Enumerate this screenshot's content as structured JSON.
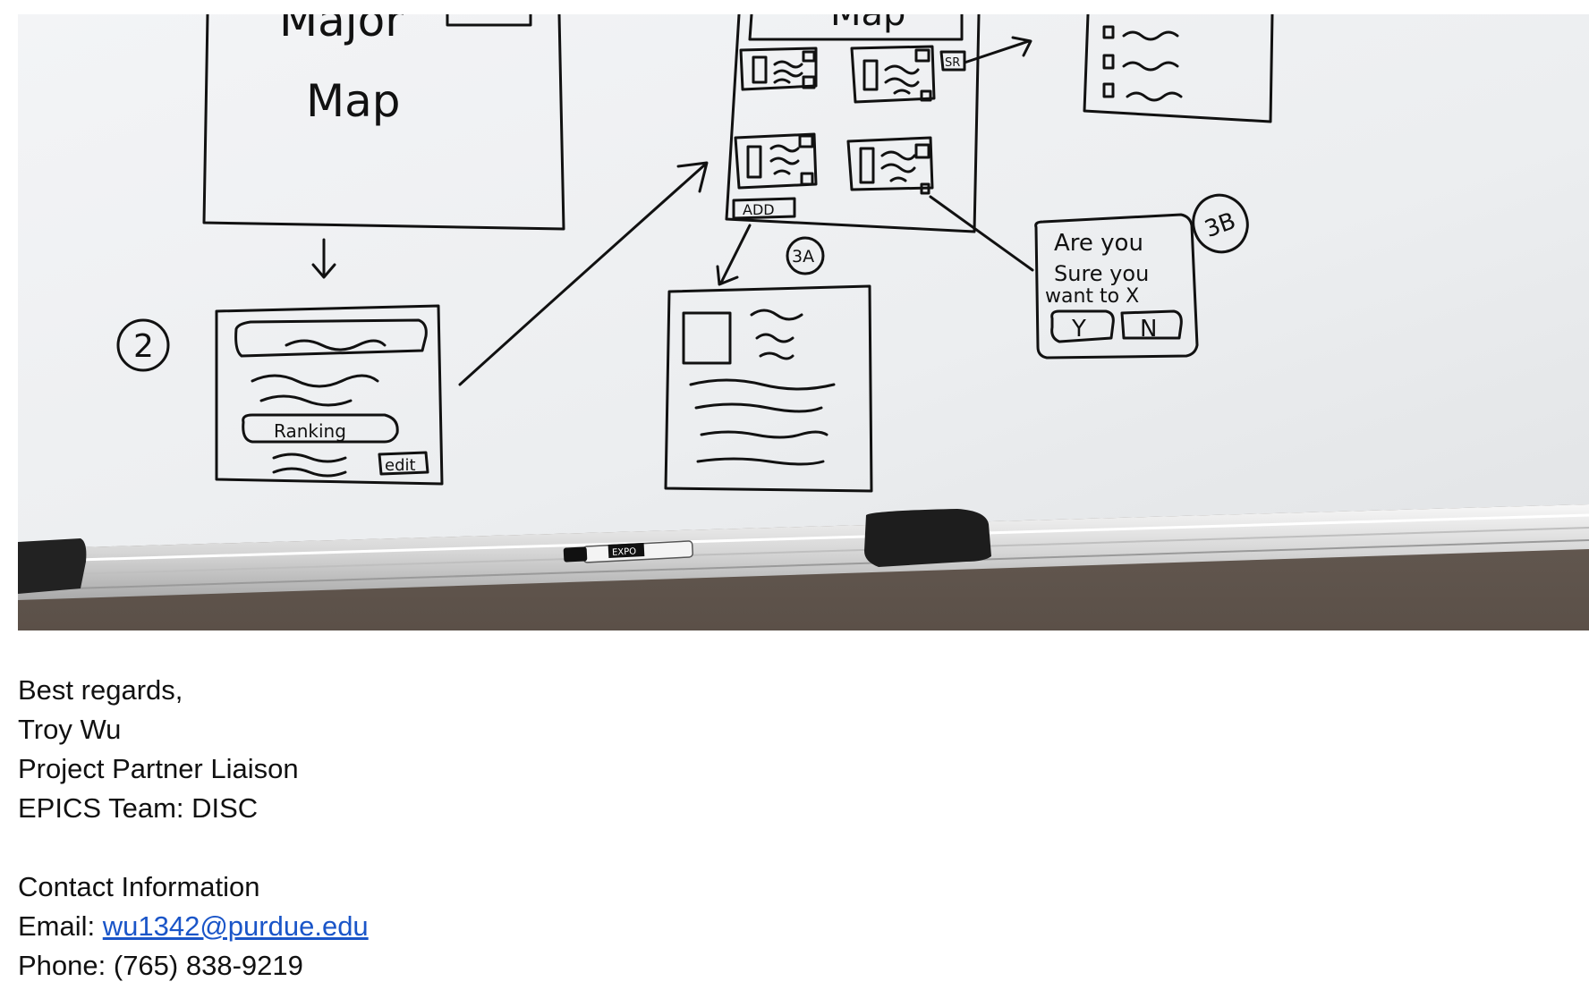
{
  "whiteboard": {
    "labels": {
      "major_map": "Major\nMap",
      "step_2": "2",
      "ranking": "Ranking",
      "edit": "edit",
      "add": "ADD",
      "sr": "SR",
      "step_3a": "3A",
      "step_3b": "3B",
      "confirm_line1": "Are you",
      "confirm_line2": "Sure you",
      "confirm_line3": "want to X",
      "yes": "Y",
      "no": "N",
      "map_partial": "Map",
      "marker_brand": "EXPO"
    }
  },
  "signature": {
    "closing": "Best regards,",
    "name": "Troy Wu",
    "role": "Project Partner Liaison",
    "team": "EPICS Team: DISC",
    "contact_heading": "Contact Information",
    "email_label": "Email: ",
    "email": "wu1342@purdue.edu",
    "phone": "Phone: (765) 838-9219"
  }
}
